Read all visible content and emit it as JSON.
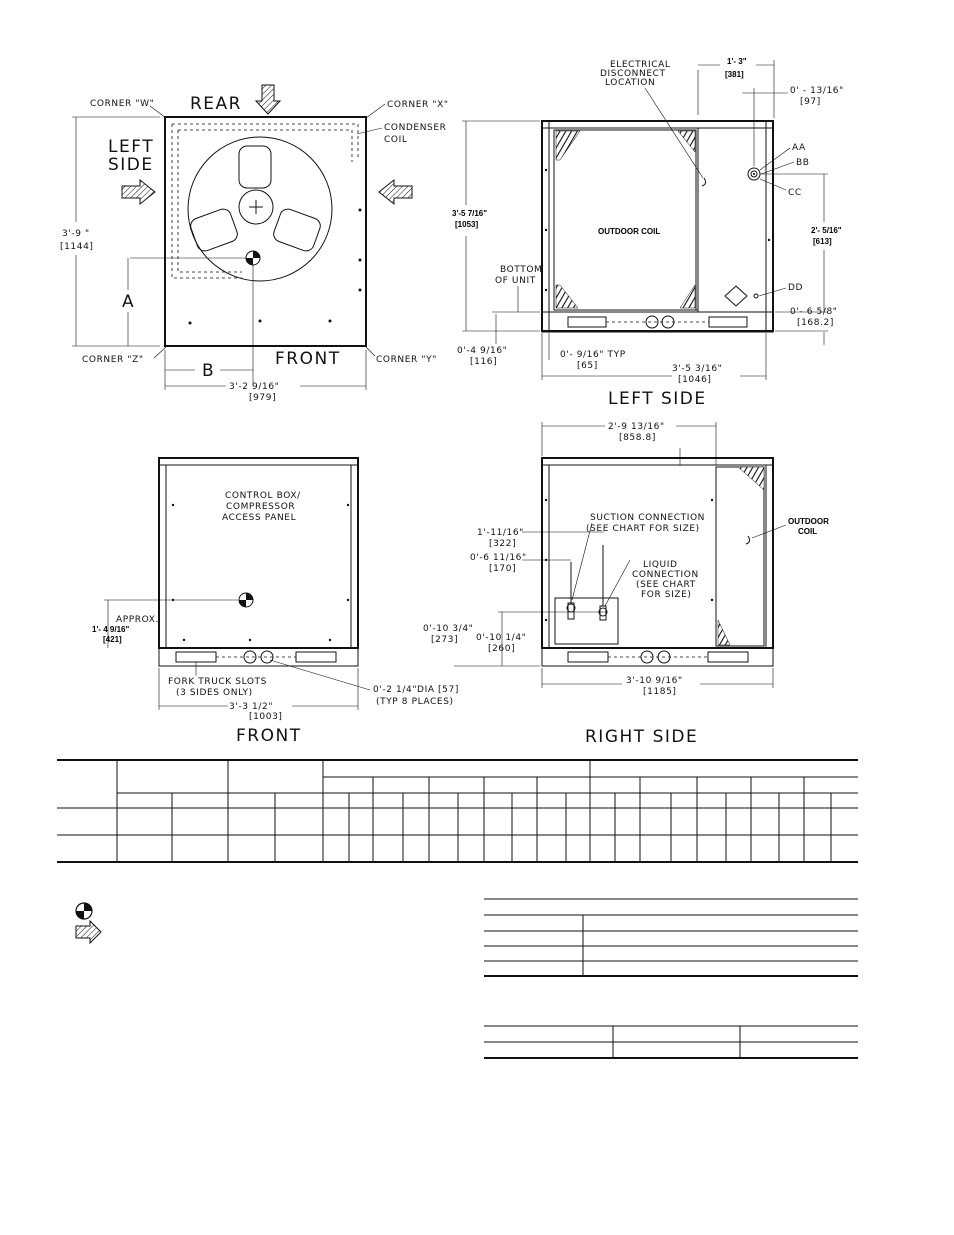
{
  "top_view": {
    "rear": "REAR",
    "left_side": [
      "LEFT",
      "SIDE"
    ],
    "front": "FRONT",
    "corner_w": "CORNER \"W\"",
    "corner_x": "CORNER \"X\"",
    "corner_y": "CORNER \"Y\"",
    "corner_z": "CORNER \"Z\"",
    "condenser_coil": [
      "CONDENSER",
      "COIL"
    ],
    "height_dim": "3'-9 \"",
    "height_mm": "[1144]",
    "dim_a": "A",
    "dim_b": "B",
    "width_dim": "3'-2 9/16\"",
    "width_mm": "[979]"
  },
  "left_side_view": {
    "electrical": [
      "ELECTRICAL",
      "DISCONNECT",
      "LOCATION"
    ],
    "dim_1_3": "1'- 3\"",
    "dim_1_3_mm": "[381]",
    "dim_13_16": "0' - 13/16\"",
    "dim_13_16_mm": "[97]",
    "aa": "AA",
    "bb": "BB",
    "cc": "CC",
    "dd": "DD",
    "outdoor_coil": "OUTDOOR COIL",
    "height": "3'-5 7/16\"",
    "height_mm": "[1053]",
    "bottom_of_unit": [
      "BOTTOM",
      "OF UNIT"
    ],
    "dim_2_5": "2'- 5/16\"",
    "dim_2_5_mm": "[613]",
    "dim_6_5": "0'- 6 5/8\"",
    "dim_6_5_mm": "[168.2]",
    "dim_4_9": "0'-4 9/16\"",
    "dim_4_9_mm": "[116]",
    "dim_9_16": "0'- 9/16\" TYP",
    "dim_9_16_mm": "[65]",
    "width": "3'-5 3/16\"",
    "width_mm": "[1046]",
    "title": "LEFT SIDE"
  },
  "front_view": {
    "control_box": [
      "CONTROL BOX/",
      "COMPRESSOR",
      "ACCESS PANEL"
    ],
    "approx": "APPROX.",
    "dim_1_4": "1'- 4 9/16\"",
    "dim_1_4_mm": "[421]",
    "fork": [
      "FORK TRUCK SLOTS",
      "(3 SIDES ONLY)"
    ],
    "dia": "0'-2 1/4\"DIA [57]",
    "typ": "(TYP 8 PLACES)",
    "width": "3'-3 1/2\"",
    "width_mm": "[1003]",
    "title": "FRONT"
  },
  "right_side_view": {
    "top_dim": "2'-9 13/16\"",
    "top_dim_mm": "[858.8]",
    "suction": [
      "SUCTION CONNECTION",
      "(SEE CHART FOR SIZE)"
    ],
    "liquid": [
      "LIQUID",
      "CONNECTION",
      "(SEE CHART",
      "FOR SIZE)"
    ],
    "outdoor_coil": [
      "OUTDOOR",
      "COIL"
    ],
    "dim_1_11": "1'-11/16\"",
    "dim_1_11_mm": "[322]",
    "dim_6_11": "0'-6 11/16\"",
    "dim_6_11_mm": "[170]",
    "dim_10_3": "0'-10 3/4\"",
    "dim_10_3_mm": "[273]",
    "dim_10_1": "0'-10 1/4\"",
    "dim_10_1_mm": "[260]",
    "width": "3'-10 9/16\"",
    "width_mm": "[1185]",
    "title": "RIGHT SIDE"
  }
}
